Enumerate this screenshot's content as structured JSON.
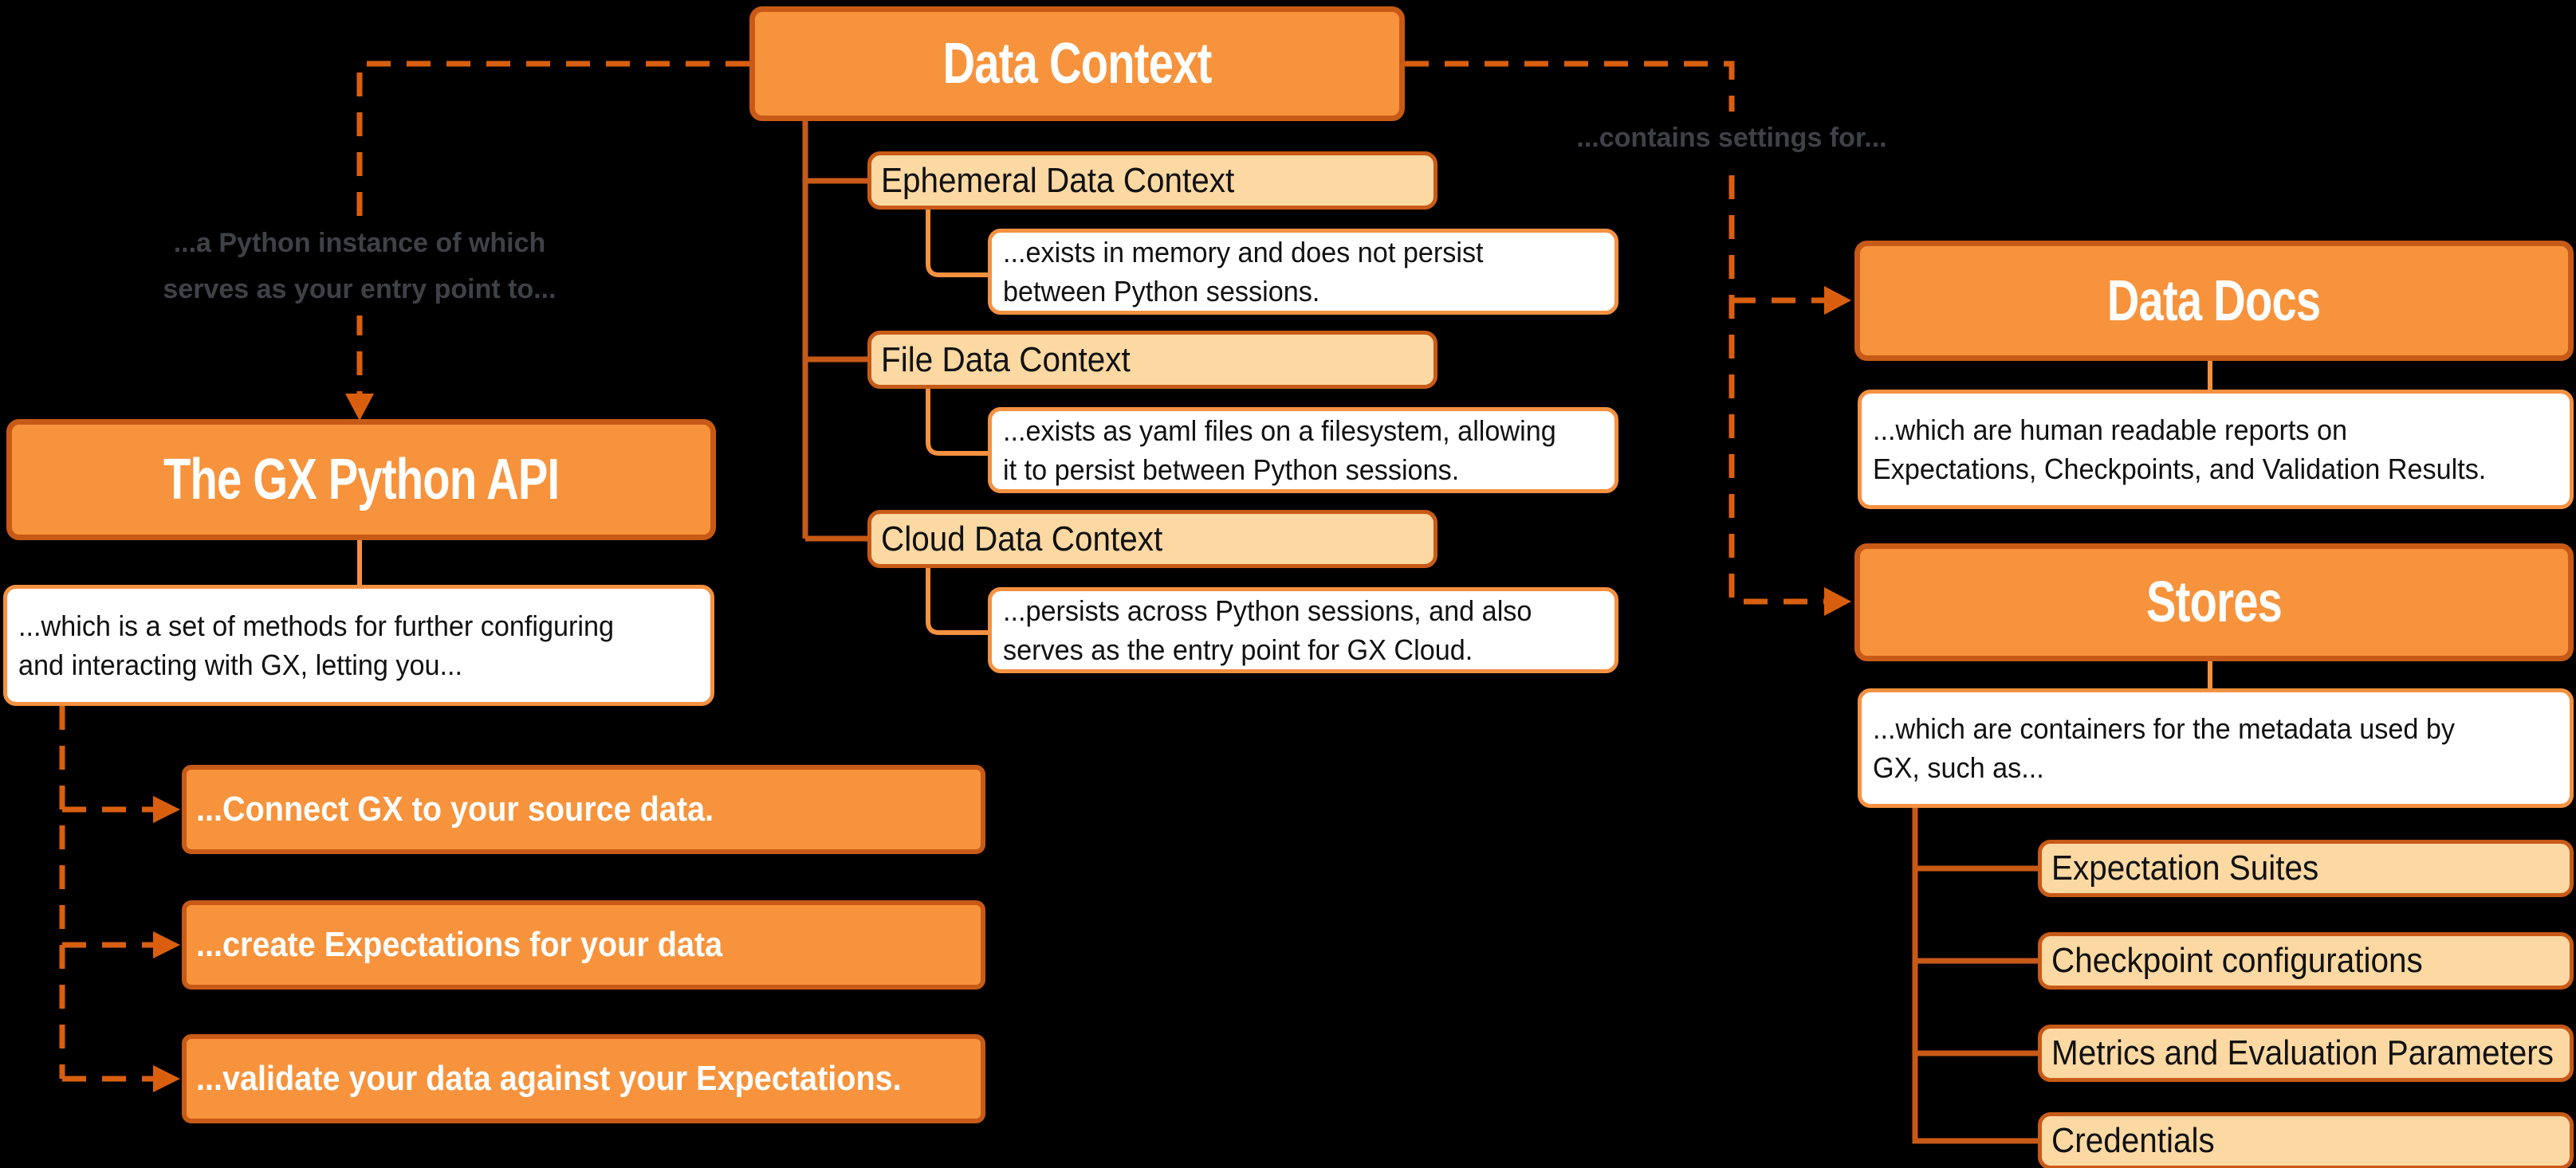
{
  "colors": {
    "background": "#000000",
    "node_fill": "#f7933c",
    "node_border": "#c85a17",
    "leaf_fill": "#fcd8a3",
    "leaf_border": "#c85a17",
    "desc_fill": "#ffffff",
    "desc_border": "#f59140",
    "solid_connector": "#c85a17",
    "light_connector": "#f59140",
    "dashed_connector": "#d95f0f",
    "title_text": "#ffffff",
    "body_text": "#111111",
    "edge_label_text": "#3e4247"
  },
  "nodes": {
    "data_context": {
      "title": "Data Context"
    },
    "context_types": [
      {
        "label": "Ephemeral Data Context",
        "desc_lines": [
          "...exists in memory and does not persist",
          "between Python sessions."
        ]
      },
      {
        "label": "File Data Context",
        "desc_lines": [
          "...exists as yaml files on a filesystem, allowing",
          "it to persist between Python sessions."
        ]
      },
      {
        "label": "Cloud Data Context",
        "desc_lines": [
          "...persists across Python sessions, and also",
          "serves as the entry point for GX Cloud."
        ]
      }
    ],
    "gx_api": {
      "title": "The GX Python API",
      "desc_lines": [
        "...which is a set of methods for further configuring",
        "and interacting with GX, letting you..."
      ]
    },
    "api_actions": [
      "...Connect GX to your source data.",
      "...create Expectations for your data",
      "...validate your data against your Expectations."
    ],
    "data_docs": {
      "title": "Data Docs",
      "desc_lines": [
        "...which are human readable reports on",
        "Expectations, Checkpoints, and Validation Results."
      ]
    },
    "stores": {
      "title": "Stores",
      "desc_lines": [
        "...which are containers for the metadata used by",
        "GX, such as..."
      ],
      "items": [
        "Expectation Suites",
        "Checkpoint configurations",
        "Metrics and Evaluation Parameters",
        "Credentials"
      ]
    }
  },
  "edge_labels": {
    "python_instance_lines": [
      "...a Python instance of which",
      "serves as your entry point to..."
    ],
    "contains_settings": "...contains settings for..."
  }
}
